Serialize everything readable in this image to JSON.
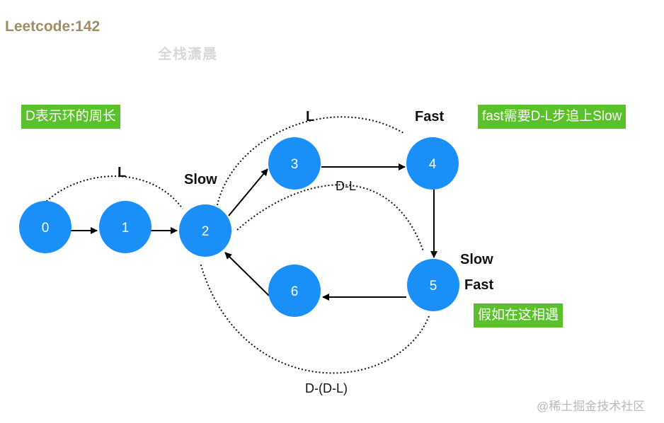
{
  "title": "Leetcode:142",
  "watermark_top": "全栈潇晨",
  "watermark_bottom": "@稀土掘金技术社区",
  "notes": {
    "d_meaning": "D表示环的周长",
    "fast_chase": "fast需要D-L步追上Slow",
    "meet_here": "假如在这相遇"
  },
  "labels": {
    "l_first": "L",
    "l_second": "L",
    "slow_at_2": "Slow",
    "fast_at_4": "Fast",
    "slow_at_5": "Slow",
    "fast_at_5": "Fast",
    "d_minus_l": "D-L",
    "d_minus_d_minus_l": "D-(D-L)"
  },
  "nodes": [
    {
      "id": "0",
      "label": "0"
    },
    {
      "id": "1",
      "label": "1"
    },
    {
      "id": "2",
      "label": "2"
    },
    {
      "id": "3",
      "label": "3"
    },
    {
      "id": "4",
      "label": "4"
    },
    {
      "id": "5",
      "label": "5"
    },
    {
      "id": "6",
      "label": "6"
    }
  ],
  "edges": [
    {
      "from": "0",
      "to": "1"
    },
    {
      "from": "1",
      "to": "2"
    },
    {
      "from": "2",
      "to": "3"
    },
    {
      "from": "3",
      "to": "4"
    },
    {
      "from": "4",
      "to": "5"
    },
    {
      "from": "5",
      "to": "6"
    },
    {
      "from": "6",
      "to": "2"
    }
  ],
  "colors": {
    "node_fill": "#1a8ff7",
    "label_green": "#5ac12b",
    "title_color": "#a08d62"
  }
}
